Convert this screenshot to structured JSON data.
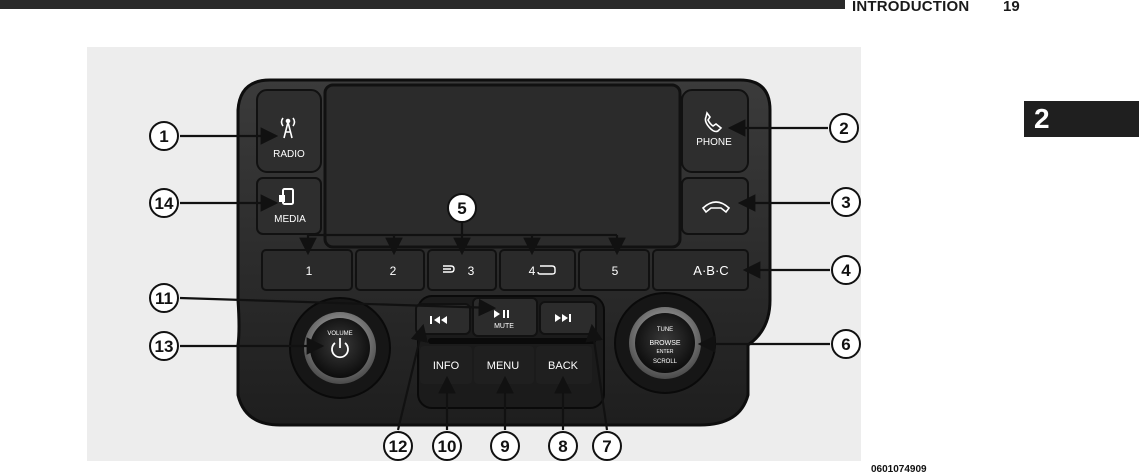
{
  "header": {
    "section_title": "INTRODUCTION",
    "page_number": "19",
    "chapter_tab": "2"
  },
  "figure_id": "0601074909",
  "buttons": {
    "radio": "RADIO",
    "media": "MEDIA",
    "phone": "PHONE",
    "preset_1": "1",
    "preset_2": "2",
    "preset_3": "3",
    "preset_4": "4",
    "preset_5": "5",
    "abc": "A·B·C",
    "mute": "MUTE",
    "info": "INFO",
    "menu": "MENU",
    "back": "BACK",
    "volume": "VOLUME",
    "tune": "TUNE",
    "browse": "BROWSE",
    "enter": "ENTER",
    "scroll": "SCROLL"
  },
  "callouts": [
    "1",
    "2",
    "3",
    "4",
    "5",
    "6",
    "7",
    "8",
    "9",
    "10",
    "11",
    "12",
    "13",
    "14"
  ],
  "icons": {
    "radio": "radio-tower-icon",
    "phone": "phone-icon",
    "hangup": "hang-up-icon",
    "media": "media-device-icon",
    "play_pause": "play-pause-icon",
    "prev": "previous-track-icon",
    "next": "next-track-icon",
    "power": "power-icon",
    "shuffle": "shuffle-icon",
    "repeat": "repeat-icon"
  }
}
